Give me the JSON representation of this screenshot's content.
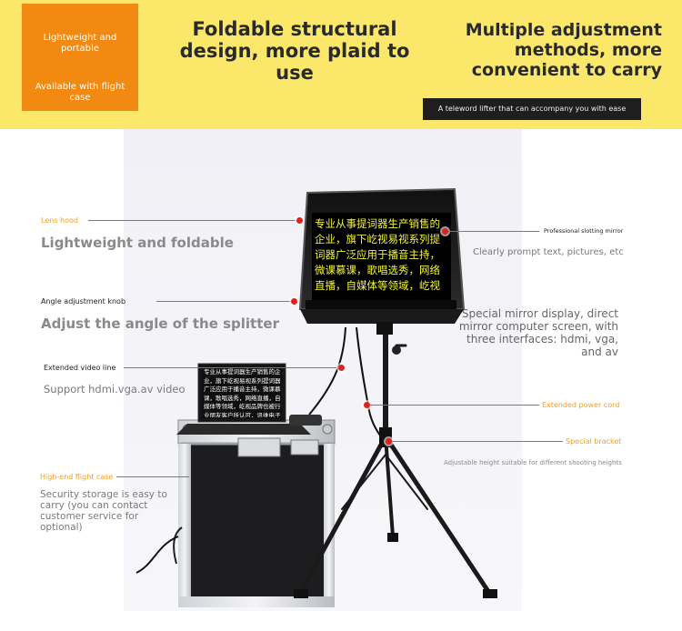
{
  "banner": {
    "badge_line1": "Lightweight and portable",
    "badge_line2": "Available with flight case",
    "headline_center": "Foldable structural design, more plaid to use",
    "headline_right": "Multiple adjustment methods, more convenient to carry",
    "tagline": "A teleword lifter that can accompany you with ease"
  },
  "callouts": {
    "lens_hood": "Lens hood",
    "lens_hood_desc": "Lightweight and foldable",
    "angle_knob": "Angle adjustment knob",
    "angle_knob_desc": "Adjust the angle of the splitter",
    "video_line": "Extended video line",
    "video_line_desc": "Support hdmi.vga.av video",
    "flight_case": "High-end flight case",
    "flight_case_desc": "Security storage is easy to carry (you can contact customer service for optional)",
    "slotting_mirror": "Professional slotting mirror",
    "slotting_mirror_desc": "Clearly prompt text, pictures, etc",
    "mirror_display_desc": "Special mirror display, direct mirror computer screen, with three interfaces: hdmi, vga, and av",
    "power_cord": "Extended power cord",
    "bracket": "Special bracket",
    "bracket_desc": "Adjustable height suitable for different shooting heights"
  },
  "prompter_text": "专业从事提词器生产销售的企业，旗下屹视易视系列提词器广泛应用于播音主持，微课慕课，歌唱选秀，网络直播，自媒体等领域，屹视品牌也被行业朋友客户所认可。讯维电子凭借着卓越的",
  "laptop_text": "专业从事提词器生产销售的企业，旗下屹视易视系列提词器广泛应用于播音主持，微课慕课，歌唱选秀，网络直播，自媒体等领域，屹视品牌也被行业朋友客户所认可，讯维电子凭借着卓"
}
